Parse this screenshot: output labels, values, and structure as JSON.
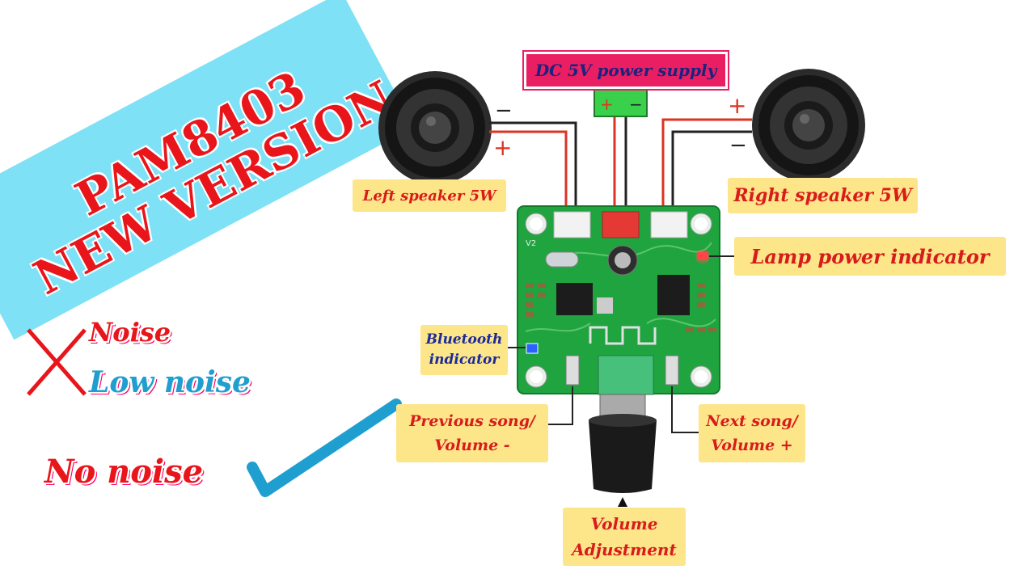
{
  "banner": {
    "line1": "PAM8403",
    "line2": "NEW VERSION"
  },
  "power_supply": {
    "label": "DC 5V power supply",
    "plus": "+",
    "minus": "−"
  },
  "left_speaker": {
    "label": "Left speaker 5W",
    "minus": "−",
    "plus": "+"
  },
  "right_speaker": {
    "label": "Right speaker 5W",
    "minus": "−",
    "plus": "+"
  },
  "lamp": {
    "label": "Lamp power indicator"
  },
  "bluetooth": {
    "label_line1": "Bluetooth",
    "label_line2": "indicator"
  },
  "previous": {
    "label_line1": "Previous song/",
    "label_line2": "Volume -"
  },
  "next": {
    "label_line1": "Next song/",
    "label_line2": "Volume +"
  },
  "volume": {
    "label_line1": "Volume",
    "label_line2": "Adjustment"
  },
  "legend": {
    "noise": "Noise",
    "low_noise": "Low noise",
    "no_noise": "No noise"
  },
  "board": {
    "version": "V2"
  },
  "colors": {
    "banner": "#7fe1f5",
    "board": "#1fa43f",
    "label_bg": "#fde58a",
    "accent_red": "#e8151a",
    "accent_blue": "#1e9fd0",
    "psu_bg": "#e91e63"
  }
}
